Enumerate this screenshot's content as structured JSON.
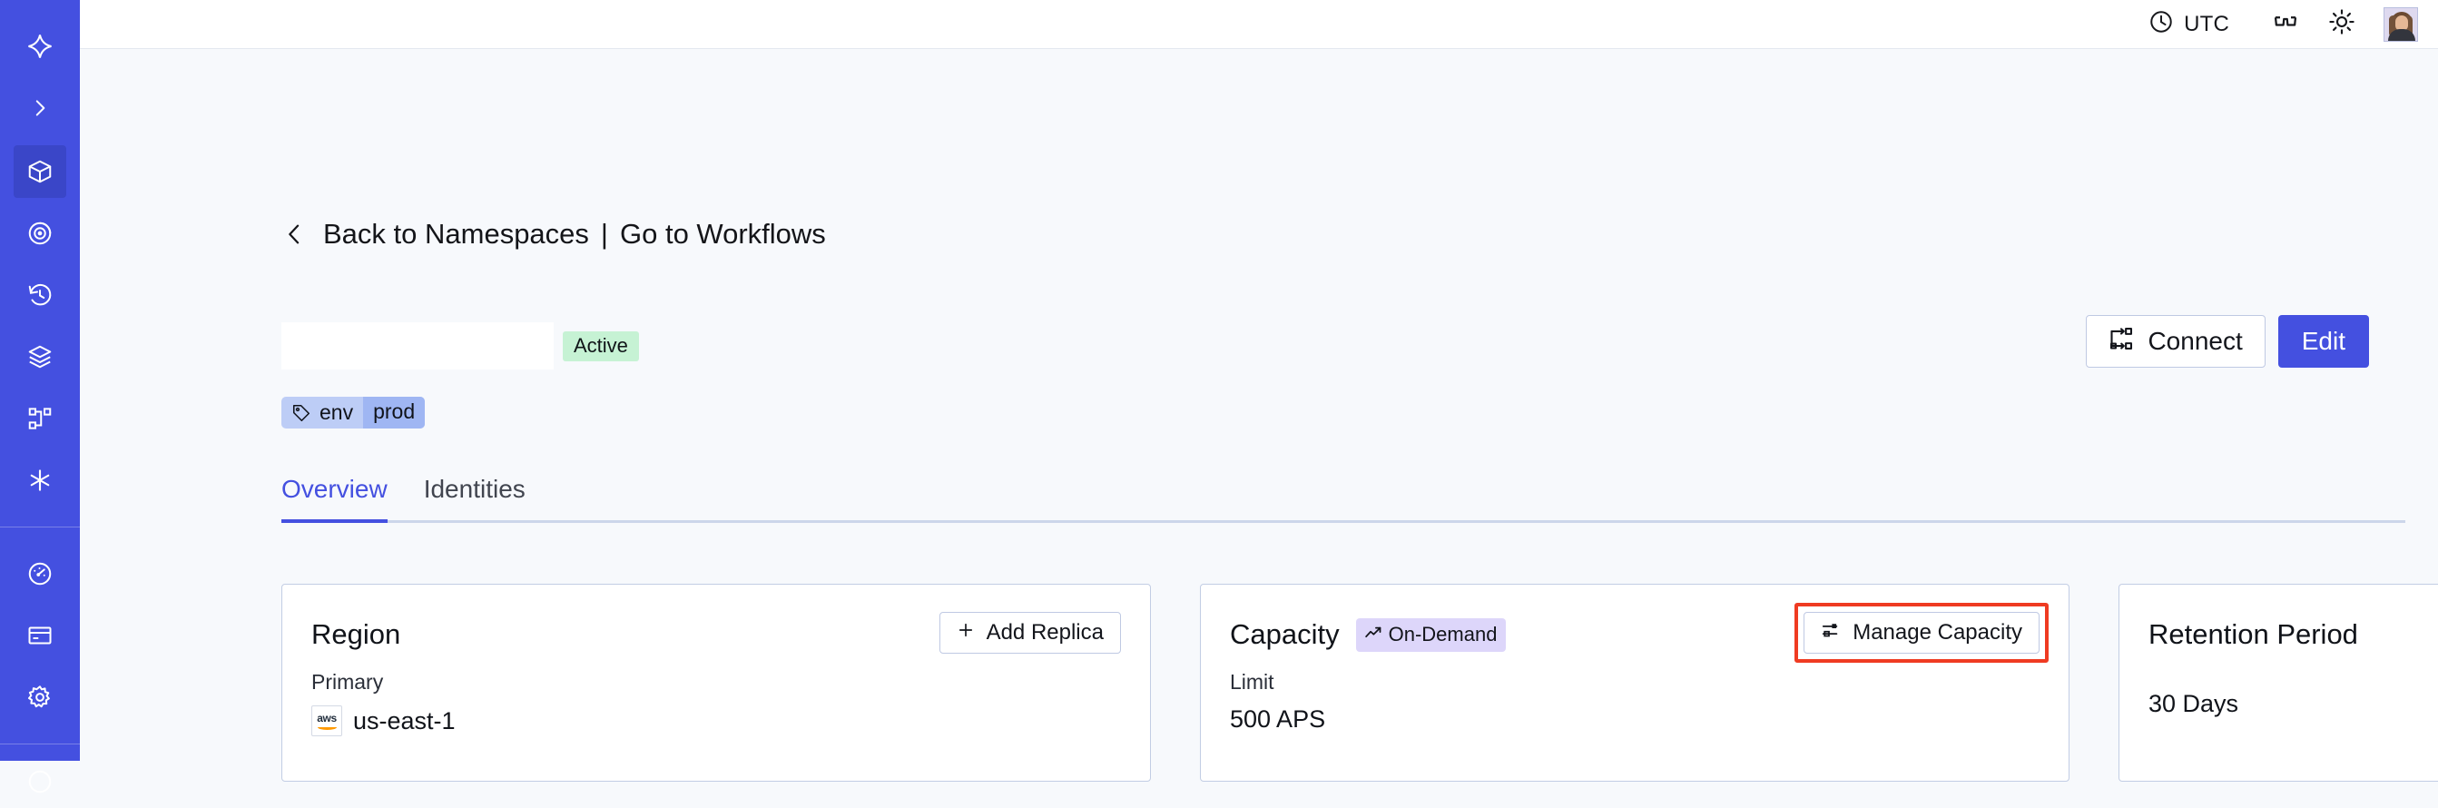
{
  "sidebar": {
    "items": [
      {
        "name": "logo",
        "icon": "temporal-logo-icon",
        "active": false
      },
      {
        "name": "expand",
        "icon": "chevron-right-icon",
        "active": false
      },
      {
        "name": "namespaces",
        "icon": "cube-icon",
        "active": true
      },
      {
        "name": "observability",
        "icon": "eye-icon",
        "active": false
      },
      {
        "name": "schedules",
        "icon": "clock-rewind-icon",
        "active": false
      },
      {
        "name": "layers",
        "icon": "layers-icon",
        "active": false
      },
      {
        "name": "workflows",
        "icon": "workflow-graph-icon",
        "active": false
      },
      {
        "name": "nexus",
        "icon": "asterisk-icon",
        "active": false
      },
      {
        "name": "usage",
        "icon": "gauge-icon",
        "active": false
      },
      {
        "name": "billing",
        "icon": "credit-card-icon",
        "active": false
      },
      {
        "name": "settings",
        "icon": "gear-icon",
        "active": false
      }
    ]
  },
  "header": {
    "timezone_label": "UTC",
    "clock_icon": "clock-icon",
    "glasses_icon": "glasses-icon",
    "theme_icon": "sun-icon",
    "avatar_icon": "user-avatar"
  },
  "breadcrumb": {
    "back_icon": "chevron-left-icon",
    "back_label": "Back to Namespaces",
    "divider": "|",
    "forward_label": "Go to Workflows"
  },
  "namespace": {
    "title": "",
    "status": "Active",
    "tag_icon": "tag-icon",
    "tag_key": "env",
    "tag_value": "prod"
  },
  "actions": {
    "connect_icon": "connect-nodes-icon",
    "connect_label": "Connect",
    "edit_label": "Edit"
  },
  "tabs": [
    {
      "label": "Overview",
      "active": true
    },
    {
      "label": "Identities",
      "active": false
    }
  ],
  "cards": {
    "region": {
      "title": "Region",
      "sub_label": "Primary",
      "provider_icon": "aws-logo-icon",
      "provider_word": "aws",
      "value": "us-east-1",
      "button_icon": "plus-icon",
      "button_label": "Add Replica"
    },
    "capacity": {
      "title": "Capacity",
      "badge_icon": "trend-up-icon",
      "badge_label": "On-Demand",
      "sub_label": "Limit",
      "value": "500 APS",
      "button_icon": "sliders-icon",
      "button_label": "Manage Capacity",
      "highlighted": true,
      "highlight_color": "#ef3b22"
    },
    "retention": {
      "title": "Retention Period",
      "value": "30 Days"
    }
  },
  "colors": {
    "brand": "#4450e0",
    "sidebar_bg": "#4450e0",
    "page_bg": "#f7f9fc",
    "card_border": "#c2cde4",
    "status_active_bg": "#c6f2d4",
    "tag_bg": "#bdcdf6",
    "tag_value_bg": "#9fb6f3",
    "badge_bg": "#ddd6fa",
    "highlight": "#ef3b22"
  }
}
